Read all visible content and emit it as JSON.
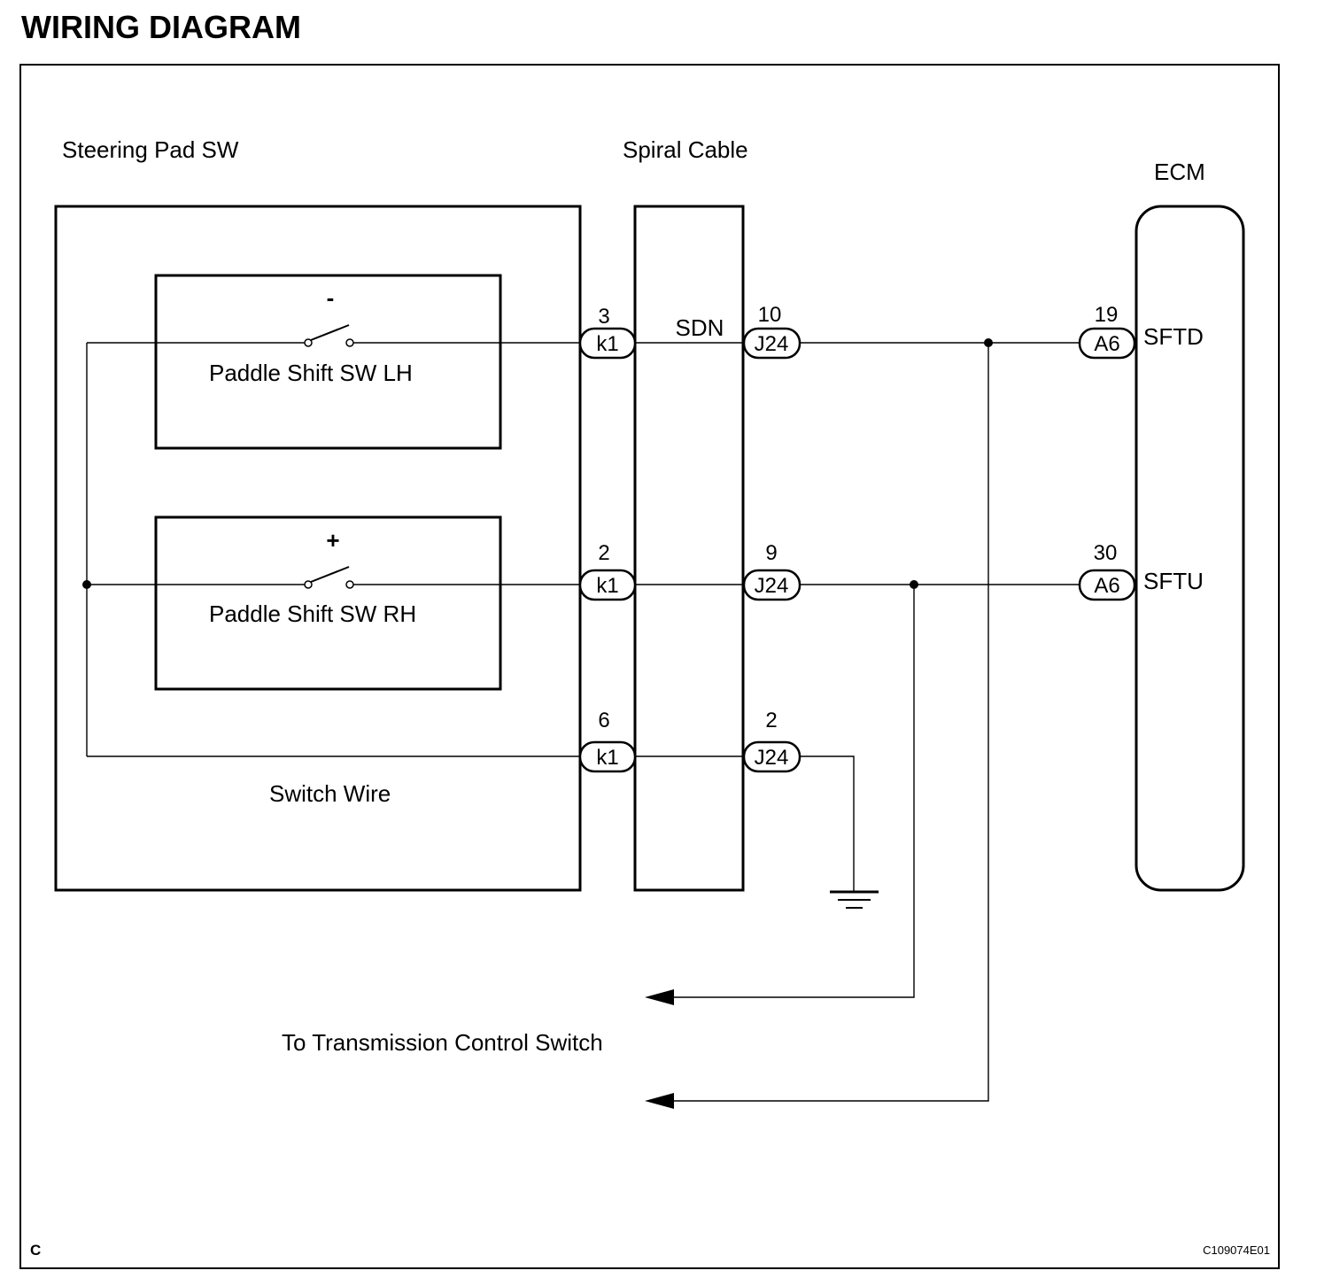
{
  "title": "WIRING DIAGRAM",
  "components": {
    "steering_pad": "Steering Pad SW",
    "spiral_cable": "Spiral Cable",
    "ecm": "ECM",
    "paddle_lh": "Paddle Shift SW LH",
    "paddle_rh": "Paddle Shift SW RH",
    "switch_wire": "Switch Wire",
    "transmission": "To Transmission Control Switch"
  },
  "switches": {
    "lh_sign": "-",
    "rh_sign": "+"
  },
  "connectors": {
    "k1_row1": {
      "id": "k1",
      "pin": "3"
    },
    "k1_row2": {
      "id": "k1",
      "pin": "2"
    },
    "k1_row3": {
      "id": "k1",
      "pin": "6"
    },
    "j24_row1": {
      "id": "J24",
      "pin": "10"
    },
    "j24_row2": {
      "id": "J24",
      "pin": "9"
    },
    "j24_row3": {
      "id": "J24",
      "pin": "2"
    },
    "a6_row1": {
      "id": "A6",
      "pin": "19"
    },
    "a6_row2": {
      "id": "A6",
      "pin": "30"
    }
  },
  "signals": {
    "sdn": "SDN",
    "sftd": "SFTD",
    "sftu": "SFTU"
  },
  "footer": {
    "section": "C",
    "figure_id": "C109074E01"
  }
}
